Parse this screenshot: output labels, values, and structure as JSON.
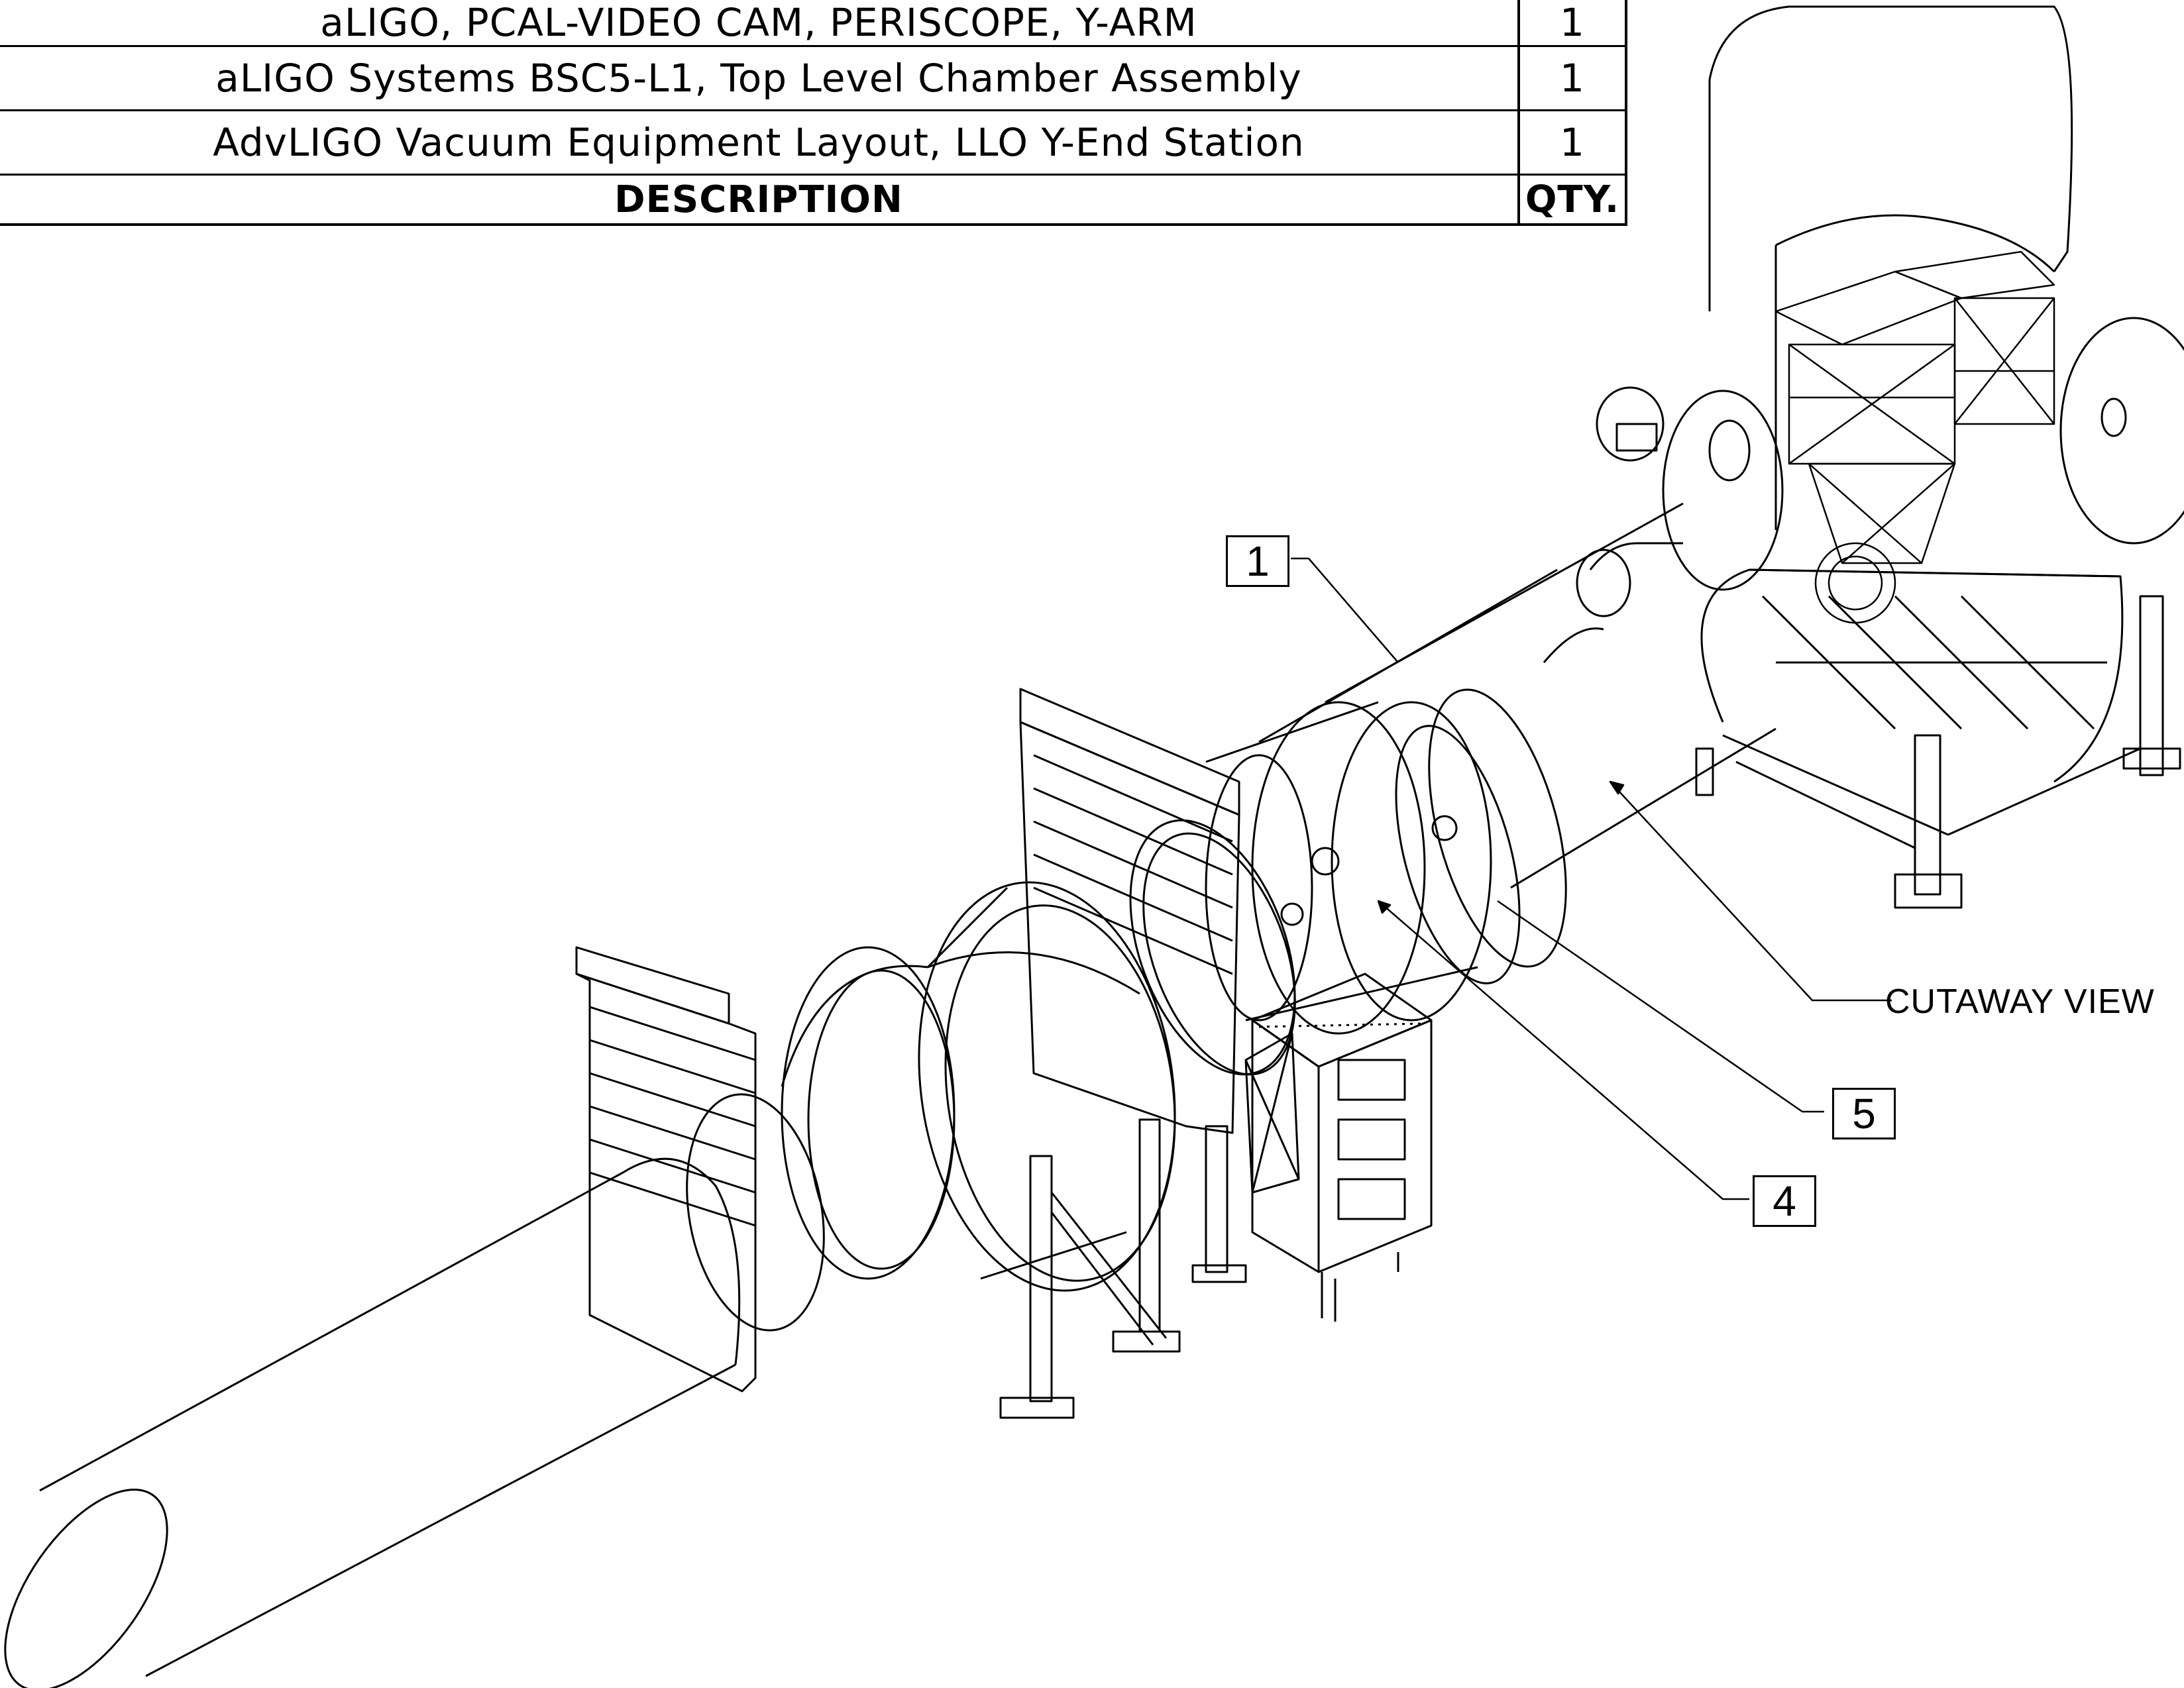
{
  "bom": {
    "rows": [
      {
        "description": "aLIGO, PCAL-VIDEO CAM, PERISCOPE, Y-ARM",
        "qty": "1"
      },
      {
        "description": "aLIGO Systems BSC5-L1, Top Level Chamber Assembly",
        "qty": "1"
      },
      {
        "description": "AdvLIGO Vacuum Equipment Layout, LLO Y-End Station",
        "qty": "1"
      }
    ],
    "header": {
      "description": "DESCRIPTION",
      "qty": "QTY."
    }
  },
  "balloons": {
    "b1": "1",
    "b5": "5",
    "b4": "4"
  },
  "notes": {
    "cutaway": "CUTAWAY VIEW"
  },
  "colors": {
    "line": "#000000",
    "background": "#ffffff"
  }
}
